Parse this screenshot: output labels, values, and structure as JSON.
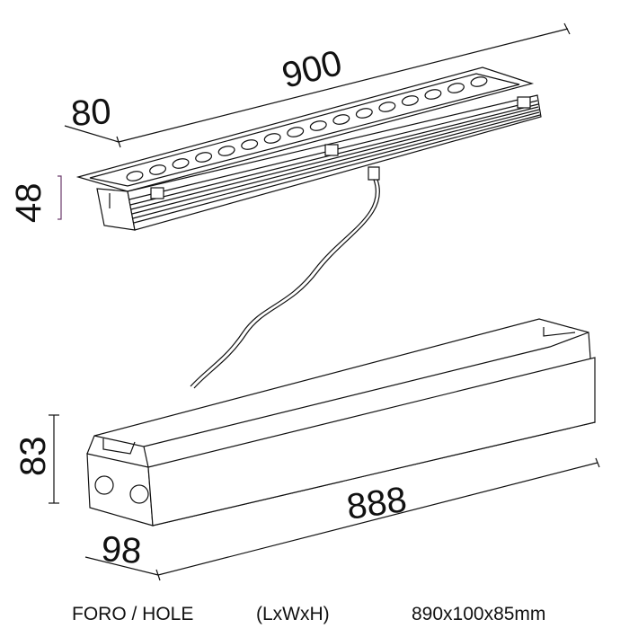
{
  "dimensions": {
    "fixture_length": "900",
    "fixture_width": "80",
    "fixture_height": "48",
    "box_height": "83",
    "box_length": "888",
    "box_width": "98"
  },
  "caption": {
    "label": "FORO / HOLE",
    "format": "(LxWxH)",
    "size": "890x100x85mm"
  },
  "colors": {
    "line": "#111111",
    "box_fill": "#ffffff",
    "height_marker": "#6a3a6a"
  }
}
